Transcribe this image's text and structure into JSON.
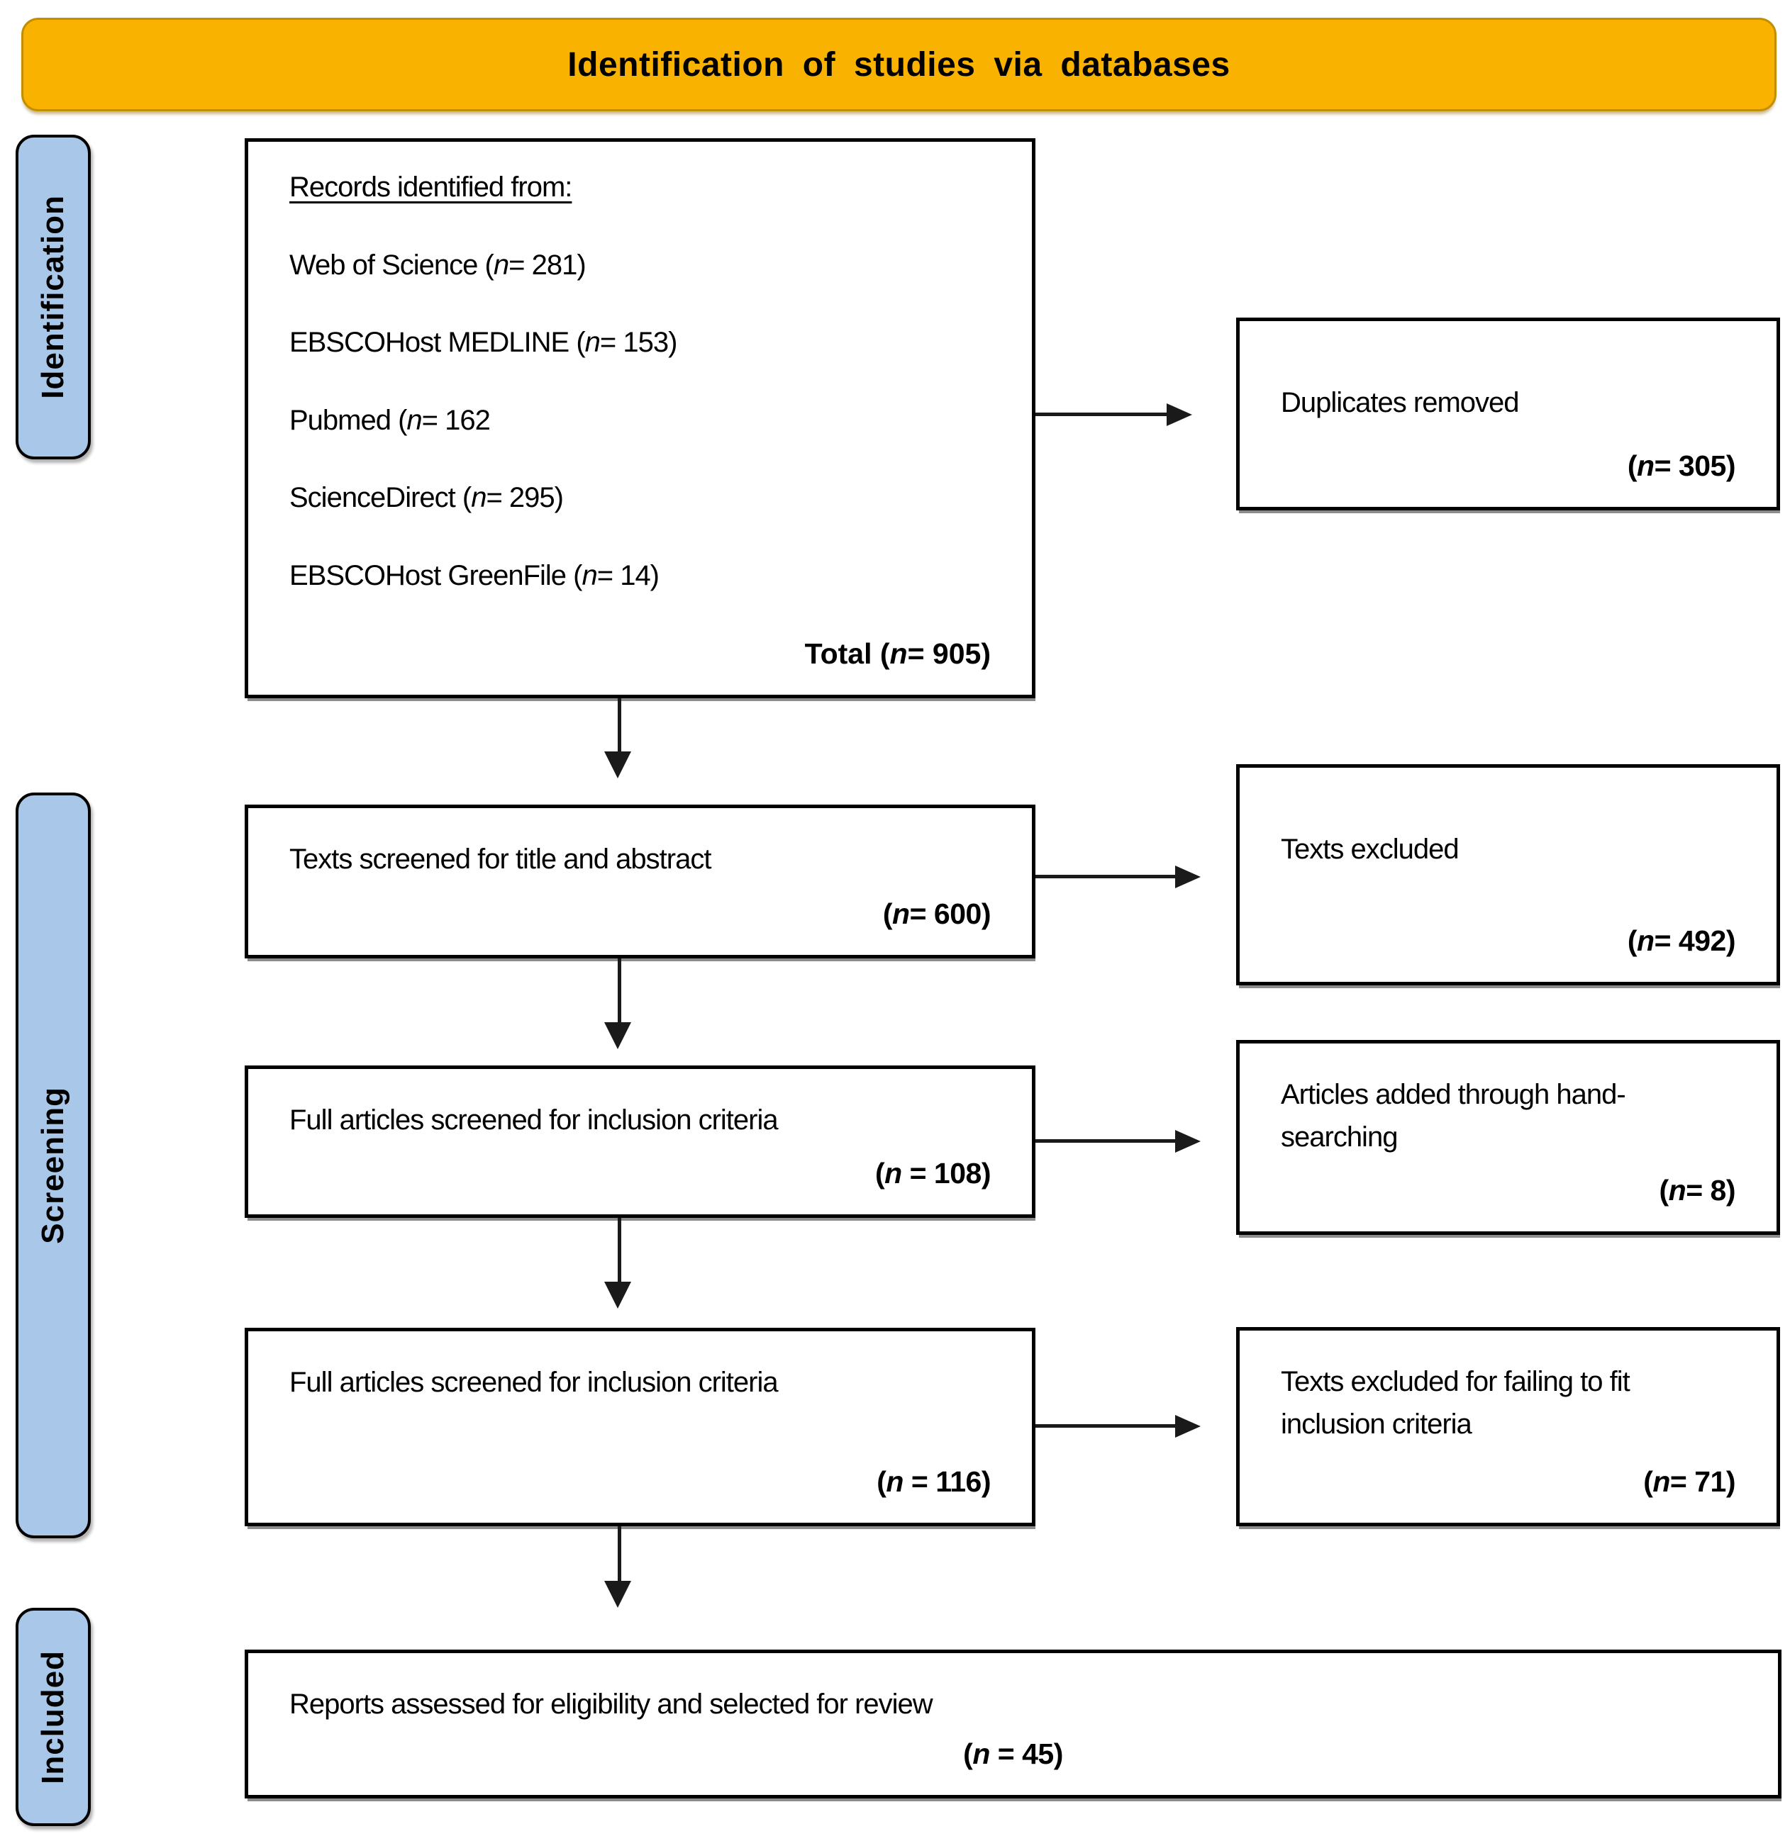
{
  "colors": {
    "banner_bg": "#F9B200",
    "banner_border": "#C38E00",
    "sidebar_bg": "#A9C7E8",
    "line_color": "#1A1A1A"
  },
  "banner": {
    "title": "Identification of studies via databases"
  },
  "stages": {
    "identification": "Identification",
    "screening": "Screening",
    "included": "Included"
  },
  "records_box": {
    "heading": "Records identified from:",
    "sources": [
      {
        "pre": "Web of Science (",
        "n": "n",
        "rest": "= 281)"
      },
      {
        "pre": "EBSCOHost MEDLINE (",
        "n": "n",
        "rest": "= 153)"
      },
      {
        "pre": "Pubmed (",
        "n": "n",
        "rest": "= 162"
      },
      {
        "pre": "ScienceDirect (",
        "n": "n",
        "rest": "= 295)"
      },
      {
        "pre": "EBSCOHost GreenFile (",
        "n": "n",
        "rest": "= 14)"
      }
    ],
    "total": {
      "pre": "Total (",
      "n": "n",
      "rest": "= 905)"
    }
  },
  "screened_box": {
    "text": "Texts screened for title and abstract",
    "count": {
      "pre": "(",
      "n": "n",
      "rest": "= 600)"
    }
  },
  "full1_box": {
    "text": "Full articles screened for inclusion criteria",
    "count": {
      "pre": "(",
      "n": "n",
      "rest": " = 108)"
    }
  },
  "full2_box": {
    "text": "Full articles screened for inclusion criteria",
    "count": {
      "pre": "(",
      "n": "n",
      "rest": " = 116)"
    }
  },
  "reports_box": {
    "text": "Reports assessed for eligibility and selected for review",
    "count": {
      "pre": "(",
      "n": "n",
      "rest": " = 45)"
    }
  },
  "dup_box": {
    "text": "Duplicates removed",
    "count": {
      "pre": "(",
      "n": "n",
      "rest": "= 305)"
    }
  },
  "excl_box": {
    "text": "Texts excluded",
    "count": {
      "pre": "(",
      "n": "n",
      "rest": "= 492)"
    }
  },
  "hand_box": {
    "text": "Articles added through hand-searching",
    "count": {
      "pre": "(",
      "n": "n",
      "rest": "= 8)"
    }
  },
  "exclcrit_box": {
    "text": "Texts excluded for failing to fit inclusion criteria",
    "count": {
      "pre": "(",
      "n": "n",
      "rest": "= 71)"
    }
  }
}
